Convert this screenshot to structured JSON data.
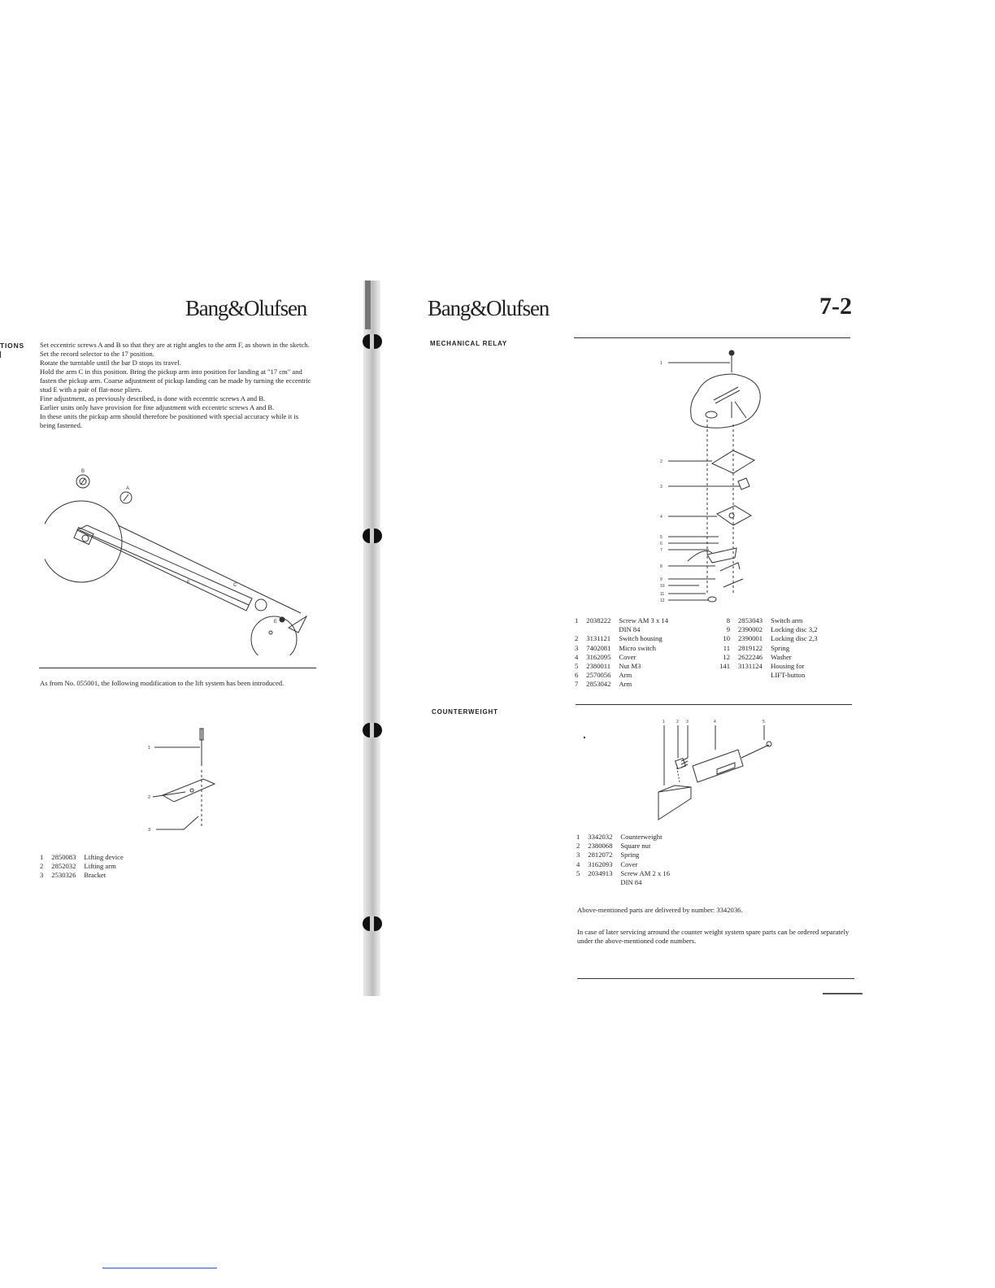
{
  "left_page": {
    "brand": "Bang&Olufsen",
    "cut_heading": "TIONS",
    "instructions": [
      "Set eccentric screws A and B so that they are at right angles to the arm F, as shown in the sketch. Set the record selector to the 17 position.",
      "Rotate the turntable until the bar D stops its travel.",
      "Hold the arm C in this position. Bring the pickup arm into position for landing at \"17 cm\" and fasten the pickup arm. Coarse adjustment of pickup landing can be made by turning the eccentric stud E with a pair of flat-nose pliers.",
      "Fine adjustment, as previously described, is done with eccentric screws A and B.",
      "Earlier units only have provision for fine adjustment with eccentric screws A and B.",
      "In these units the pickup arm should therefore be positioned with special accuracy while it is being fastened."
    ],
    "diagram_labels": {
      "a": "A",
      "b": "B",
      "c": "C",
      "e": "E",
      "f": "F"
    },
    "modification_note": "As from No. 055001, the following modification to the lift system has been introduced.",
    "lift_callouts": [
      "1",
      "2",
      "3"
    ],
    "lift_parts": [
      {
        "num": "1",
        "code": "2850083",
        "desc": "Lifting device"
      },
      {
        "num": "2",
        "code": "2852032",
        "desc": "Lifting arm"
      },
      {
        "num": "3",
        "code": "2530326",
        "desc": "Bracket"
      }
    ]
  },
  "right_page": {
    "brand": "Bang&Olufsen",
    "page_number": "7-2",
    "relay_heading": "MECHANICAL RELAY",
    "relay_callouts": [
      "1",
      "2",
      "3",
      "4",
      "5",
      "6",
      "7",
      "8",
      "9",
      "10",
      "11",
      "12"
    ],
    "relay_parts_left": [
      {
        "num": "1",
        "code": "2038222",
        "desc": "Screw AM 3 x 14",
        "desc2": "DIN 84"
      },
      {
        "num": "2",
        "code": "3131121",
        "desc": "Switch housing"
      },
      {
        "num": "3",
        "code": "7402081",
        "desc": "Micro switch"
      },
      {
        "num": "4",
        "code": "3162095",
        "desc": "Cover"
      },
      {
        "num": "5",
        "code": "2380011",
        "desc": "Nut M3"
      },
      {
        "num": "6",
        "code": "2570056",
        "desc": "Arm"
      },
      {
        "num": "7",
        "code": "2853042",
        "desc": "Arm"
      }
    ],
    "relay_parts_right": [
      {
        "num": "8",
        "code": "2853043",
        "desc": "Switch arm"
      },
      {
        "num": "9",
        "code": "2390002",
        "desc": "Locking disc 3,2"
      },
      {
        "num": "10",
        "code": "2390001",
        "desc": "Locking disc 2,3"
      },
      {
        "num": "11",
        "code": "2819122",
        "desc": "Spring"
      },
      {
        "num": "12",
        "code": "2622246",
        "desc": "Washer"
      },
      {
        "num": "141",
        "code": "3131124",
        "desc": "Housing for",
        "desc2": "LIFT-button"
      }
    ],
    "counterweight_heading": "COUNTERWEIGHT",
    "cw_callouts": [
      "1",
      "2",
      "3",
      "4",
      "5"
    ],
    "cw_parts": [
      {
        "num": "1",
        "code": "3342032",
        "desc": "Counterweight"
      },
      {
        "num": "2",
        "code": "2380068",
        "desc": "Square nut"
      },
      {
        "num": "3",
        "code": "2812072",
        "desc": "Spring"
      },
      {
        "num": "4",
        "code": "3162093",
        "desc": "Cover"
      },
      {
        "num": "5",
        "code": "2034913",
        "desc": "Screw AM 2 x 16",
        "desc2": "DIN 84"
      }
    ],
    "delivery_note": "Above-mentioned parts are delivered by number: 3342036.",
    "servicing_note": "In case of later servicing arround the counter weight system spare parts can be ordered separately under the above-mentioned code numbers."
  }
}
